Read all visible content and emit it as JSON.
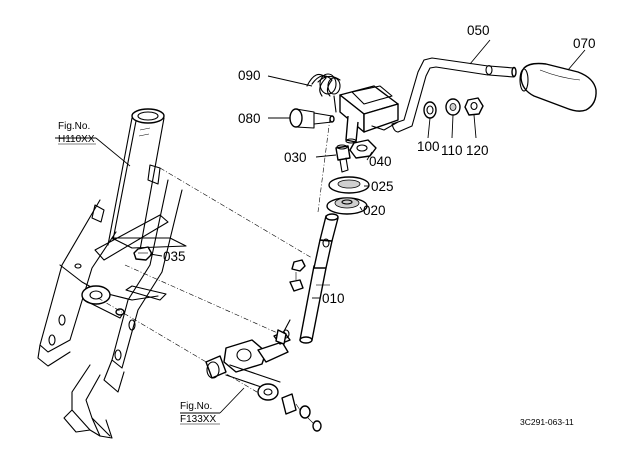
{
  "parts": {
    "p050": "050",
    "p070": "070",
    "p090": "090",
    "p080": "080",
    "p100": "100",
    "p110": "110",
    "p120": "120",
    "p030": "030",
    "p040": "040",
    "p025": "025",
    "p020": "020",
    "p035": "035",
    "p010": "010"
  },
  "figure_refs": {
    "top_left": {
      "prefix": "Fig.No.",
      "code": "H110XX"
    },
    "bottom": {
      "prefix": "Fig.No.",
      "code": "F133XX"
    }
  },
  "drawing_code": "3C291-063-11"
}
